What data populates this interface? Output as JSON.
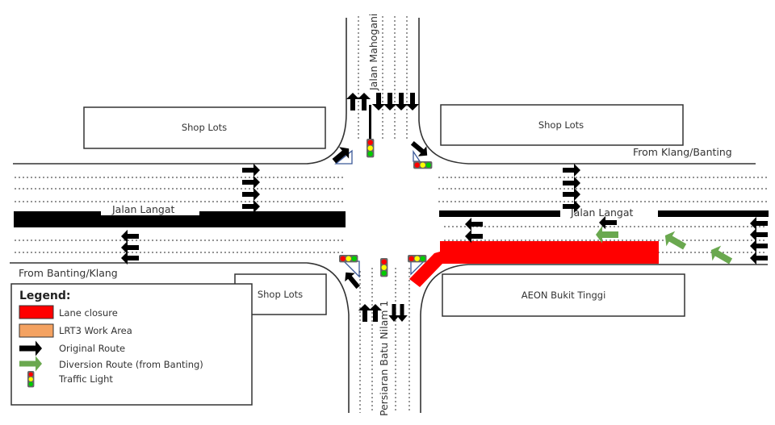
{
  "diagram": {
    "title": "Traffic diversion layout at Jalan Langat / Jalan Mahogani junction",
    "roads": {
      "north": "Jalan Mahogani",
      "south": "Persiaran Batu Nilam 1",
      "west": "Jalan Langat",
      "east": "Jalan Langat"
    },
    "directions": {
      "east_origin": "From Klang/Banting",
      "west_origin": "From Banting/Klang"
    },
    "buildings": {
      "nw": "Shop Lots",
      "ne": "Shop Lots",
      "sw": "Shop Lots",
      "se": "AEON Bukit Tinggi"
    },
    "colors": {
      "lane_closure": "#ff0000",
      "lrt3_work_area": "#f4a261",
      "original_route": "#000000",
      "diversion_route": "#6aa84f",
      "light_red": "#ff0000",
      "light_yellow": "#ffff00",
      "light_green": "#00cc00",
      "island": "#3b5998"
    }
  },
  "legend": {
    "title": "Legend:",
    "items": [
      {
        "key": "lane-closure",
        "label": "Lane closure"
      },
      {
        "key": "lrt3-work-area",
        "label": "LRT3 Work Area"
      },
      {
        "key": "original-route",
        "label": "Original Route"
      },
      {
        "key": "diversion-route",
        "label": "Diversion Route (from Banting)"
      },
      {
        "key": "traffic-light",
        "label": "Traffic Light"
      }
    ]
  }
}
